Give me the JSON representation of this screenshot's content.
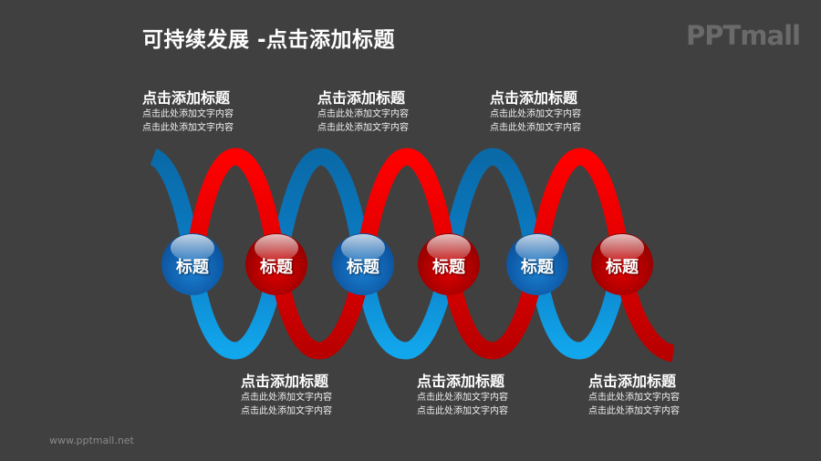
{
  "header": {
    "title": "可持续发展 -点击添加标题",
    "logo": "PPTmall"
  },
  "footer": {
    "url": "www.pptmall.net"
  },
  "colors": {
    "background": "#404040",
    "blue_dark": "#0a6fb0",
    "blue_light": "#12a0e8",
    "red_bright": "#ff0000",
    "red_dark": "#c00000"
  },
  "top_blocks": [
    {
      "heading": "点击添加标题",
      "line1": "点击此处添加文字内容",
      "line2": "点击此处添加文字内容"
    },
    {
      "heading": "点击添加标题",
      "line1": "点击此处添加文字内容",
      "line2": "点击此处添加文字内容"
    },
    {
      "heading": "点击添加标题",
      "line1": "点击此处添加文字内容",
      "line2": "点击此处添加文字内容"
    }
  ],
  "bottom_blocks": [
    {
      "heading": "点击添加标题",
      "line1": "点击此处添加文字内容",
      "line2": "点击此处添加文字内容"
    },
    {
      "heading": "点击添加标题",
      "line1": "点击此处添加文字内容",
      "line2": "点击此处添加文字内容"
    },
    {
      "heading": "点击添加标题",
      "line1": "点击此处添加文字内容",
      "line2": "点击此处添加文字内容"
    }
  ],
  "nodes": [
    {
      "label": "标题",
      "color": "blue"
    },
    {
      "label": "标题",
      "color": "red"
    },
    {
      "label": "标题",
      "color": "blue"
    },
    {
      "label": "标题",
      "color": "red"
    },
    {
      "label": "标题",
      "color": "blue"
    },
    {
      "label": "标题",
      "color": "red"
    }
  ]
}
